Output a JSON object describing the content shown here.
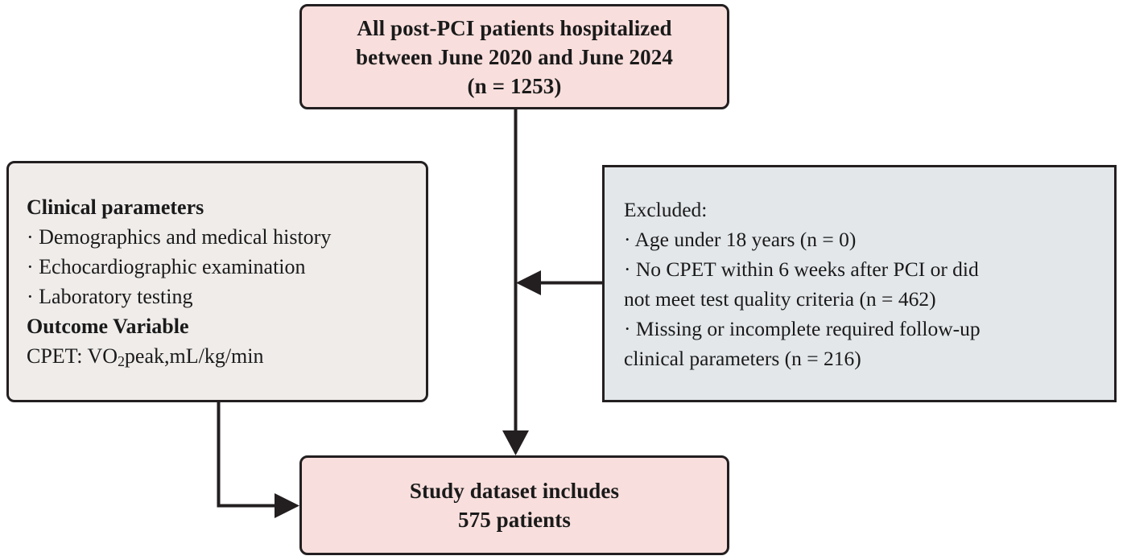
{
  "diagram": {
    "title": "Study participant flow diagram",
    "colors": {
      "pink_fill": "#F8DEDC",
      "warm_gray_fill": "#EFECEA",
      "cool_gray_fill": "#E3E7EA",
      "border": "#231F20",
      "text": "#1A1A1A"
    }
  },
  "nodes": {
    "top": {
      "name": "enrollment-box",
      "lines": [
        "All post-PCI patients hospitalized",
        "between June 2020 and June 2024",
        "(n = 1253)"
      ]
    },
    "left": {
      "name": "clinical-parameters-box",
      "heading1": "Clinical parameters",
      "bullets": [
        "· Demographics and medical history",
        "· Echocardiographic examination",
        "· Laboratory testing"
      ],
      "heading2": "Outcome Variable",
      "outcome_prefix": "CPET: VO",
      "outcome_sub": "2",
      "outcome_suffix": "peak,mL/kg/min"
    },
    "right": {
      "name": "exclusion-box",
      "heading": "Excluded:",
      "lines": [
        "· Age under 18 years (n = 0)",
        "· No CPET within 6 weeks after PCI or did",
        "not meet test quality criteria (n = 462)",
        "· Missing or incomplete required follow-up",
        "clinical parameters (n = 216)"
      ]
    },
    "bottom": {
      "name": "study-dataset-box",
      "lines": [
        "Study dataset includes",
        "575 patients"
      ]
    }
  },
  "edges": [
    {
      "name": "edge-top-to-bottom",
      "from": "enrollment-box",
      "to": "study-dataset-box",
      "style": "vertical-arrow"
    },
    {
      "name": "edge-exclusion-to-main",
      "from": "exclusion-box",
      "to": "edge-top-to-bottom",
      "style": "horizontal-arrow-left"
    },
    {
      "name": "edge-parameters-to-dataset",
      "from": "clinical-parameters-box",
      "to": "study-dataset-box",
      "style": "elbow-arrow-right"
    }
  ]
}
